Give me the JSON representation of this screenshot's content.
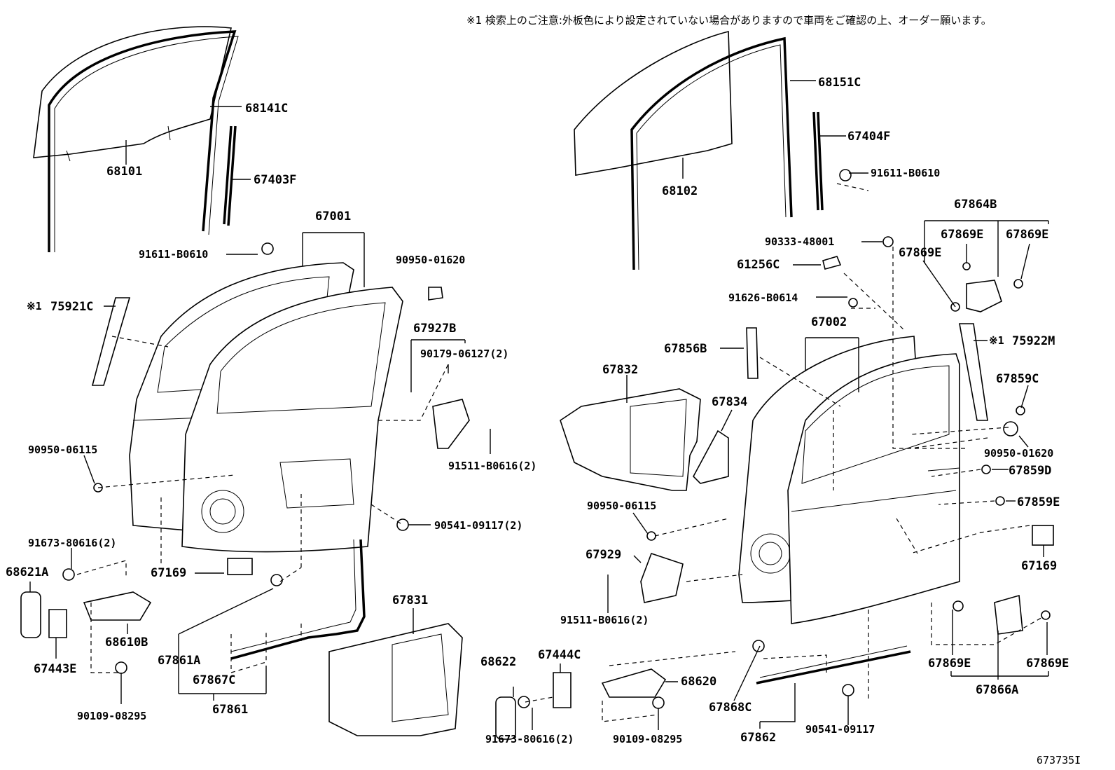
{
  "note": "※1 検索上のご注意:外板色により設定されていない場合がありますので車両をご確認の上、オーダー願います。",
  "figure_id": "673735I",
  "labels": {
    "p68141C": "68141C",
    "p68101": "68101",
    "p67403F": "67403F",
    "p67001": "67001",
    "p91611_B0610_L": "91611-B0610",
    "p90950_01620_L": "90950-01620",
    "p75921C": "75921C",
    "p75921C_mark": "※1",
    "p67927B": "67927B",
    "p90179_06127": "90179-06127(2)",
    "p90950_06115_L": "90950-06115",
    "p91511_B0616_L": "91511-B0616(2)",
    "p90541_09117_L": "90541-09117(2)",
    "p91673_80616_L": "91673-80616(2)",
    "p68621A": "68621A",
    "p67169_L": "67169",
    "p67443E": "67443E",
    "p68610B": "68610B",
    "p67861A": "67861A",
    "p67867C": "67867C",
    "p67861": "67861",
    "p67831": "67831",
    "p90109_08295_L": "90109-08295",
    "p68151C": "68151C",
    "p67404F": "67404F",
    "p68102": "68102",
    "p91611_B0610_R": "91611-B0610",
    "p67864B": "67864B",
    "p90333_48001": "90333-48001",
    "p67869E_1": "67869E",
    "p67869E_2": "67869E",
    "p67869E_3": "67869E",
    "p61256C": "61256C",
    "p91626_B0614": "91626-B0614",
    "p67002": "67002",
    "p75922M": "75922M",
    "p75922M_mark": "※1",
    "p67856B": "67856B",
    "p67832": "67832",
    "p67834": "67834",
    "p67859C": "67859C",
    "p90950_01620_R": "90950-01620",
    "p67859D": "67859D",
    "p67859E": "67859E",
    "p90950_06115_R": "90950-06115",
    "p67169_R": "67169",
    "p67929": "67929",
    "p91511_B0616_R": "91511-B0616(2)",
    "p68622": "68622",
    "p67444C": "67444C",
    "p68620": "68620",
    "p67868C": "67868C",
    "p67862": "67862",
    "p90541_09117_R": "90541-09117",
    "p67869E_4": "67869E",
    "p67869E_5": "67869E",
    "p67866A": "67866A",
    "p91673_80616_R": "91673-80616(2)",
    "p90109_08295_R": "90109-08295"
  }
}
